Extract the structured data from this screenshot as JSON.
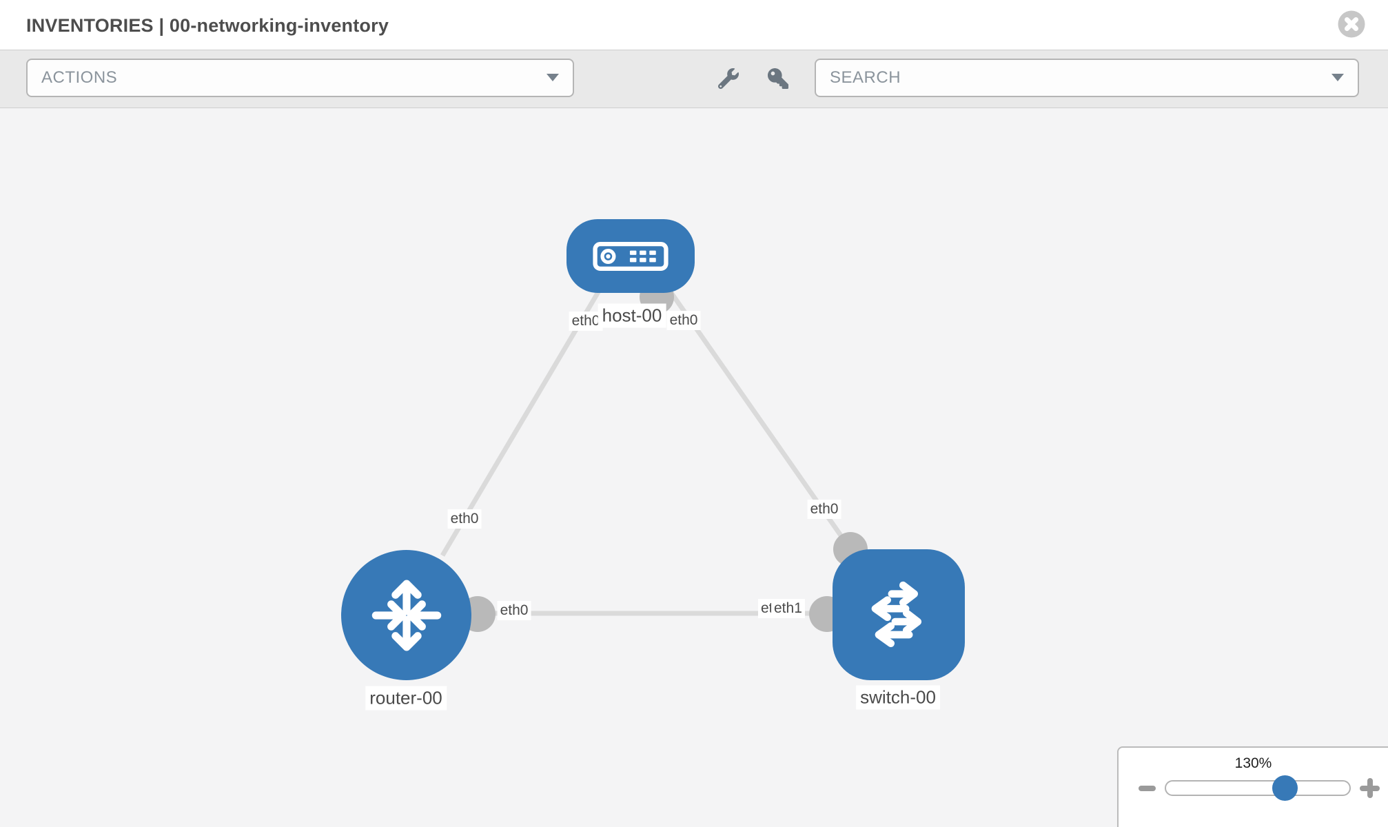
{
  "header": {
    "title": "INVENTORIES | 00-networking-inventory",
    "close_icon": "close-circle-icon"
  },
  "toolbar": {
    "actions_label": "ACTIONS",
    "search_label": "SEARCH",
    "icons": [
      "wrench-icon",
      "key-icon"
    ]
  },
  "topology": {
    "nodes": [
      {
        "id": "host-00",
        "label": "host-00",
        "type": "host"
      },
      {
        "id": "router-00",
        "label": "router-00",
        "type": "router"
      },
      {
        "id": "switch-00",
        "label": "switch-00",
        "type": "switch"
      }
    ],
    "links": [
      {
        "from": "host-00",
        "from_if": "eth0",
        "to": "router-00",
        "to_if": "eth0"
      },
      {
        "from": "host-00",
        "from_if": "eth0",
        "to": "switch-00",
        "to_if": "eth0"
      },
      {
        "from": "router-00",
        "from_if": "eth0",
        "to": "switch-00",
        "to_if": "eth1",
        "to_if_overlapped": "eth0"
      }
    ]
  },
  "zoom_control": {
    "level": "130%"
  },
  "colors": {
    "node_blue": "#3779b7",
    "link_gray": "#dadada",
    "connector_gray": "#b9b9b9",
    "toolbar_bg": "#e9e9e9",
    "canvas_bg": "#f4f4f5"
  }
}
